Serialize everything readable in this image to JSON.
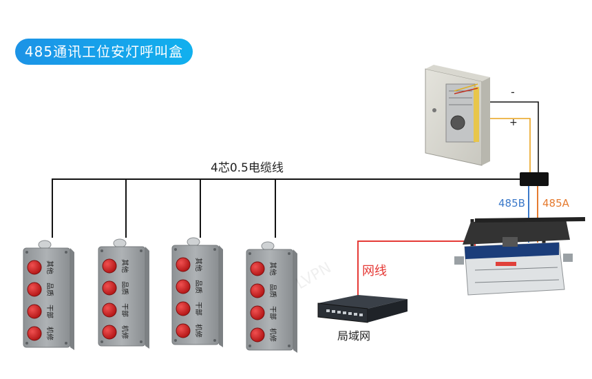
{
  "title": "485通讯工位安灯呼叫盒",
  "cable_label": "4芯0.5电缆线",
  "network_label": "网线",
  "lan_label": "局域网",
  "bus": {
    "b_label": "485B",
    "a_label": "485A"
  },
  "power": {
    "minus": "-",
    "plus": "+"
  },
  "box_buttons": [
    "其他",
    "品质",
    "干部",
    "机修"
  ],
  "colors": {
    "title_bg": "#1a9be8",
    "network_wire": "#e53935",
    "wire_b": "#3a78c9",
    "wire_a": "#e57a2e",
    "button_red": "#d81f1f",
    "box_gray": "#9fa3a6"
  }
}
